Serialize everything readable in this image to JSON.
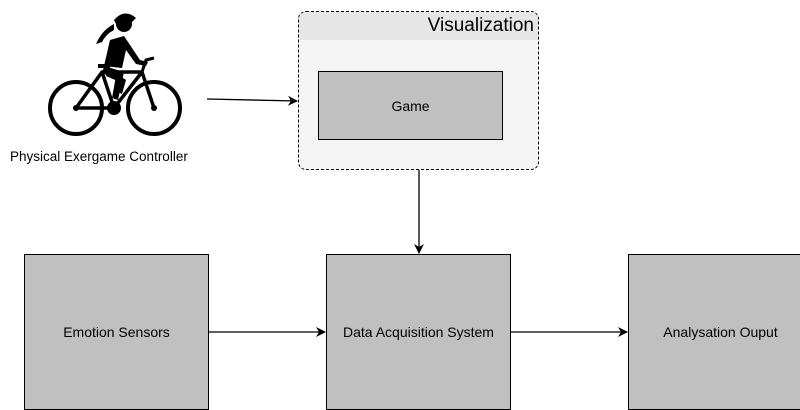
{
  "diagram": {
    "visualization_group": {
      "title": "Visualization"
    },
    "nodes": {
      "game": "Game",
      "emotion_sensors": "Emotion Sensors",
      "data_acquisition": "Data Acquisition System",
      "analysation_output": "Analysation Ouput"
    },
    "controller": {
      "caption": "Physical Exergame Controller",
      "icon": "cyclist-icon"
    },
    "edges": [
      {
        "from": "controller",
        "to": "visualization_group"
      },
      {
        "from": "visualization_group",
        "to": "data_acquisition"
      },
      {
        "from": "emotion_sensors",
        "to": "data_acquisition"
      },
      {
        "from": "data_acquisition",
        "to": "analysation_output"
      }
    ],
    "colors": {
      "node_fill": "#c0c0c0",
      "group_fill": "#f5f5f5",
      "group_header": "#e6e6e6",
      "line": "#000000"
    }
  }
}
